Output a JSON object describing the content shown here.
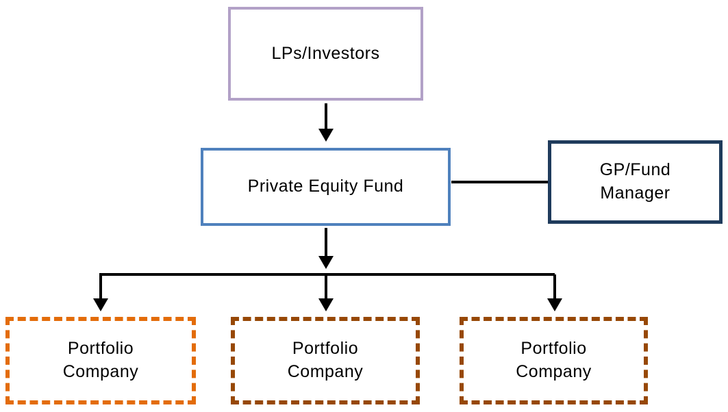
{
  "diagram": {
    "nodes": {
      "lps": {
        "label": "LPs/Investors",
        "border_color": "#B2A1C7",
        "border_style": "solid"
      },
      "fund": {
        "label": "Private Equity Fund",
        "border_color": "#4F81BD",
        "border_style": "solid"
      },
      "gp": {
        "label": "GP/Fund Manager",
        "border_color": "#1F3B5C",
        "border_style": "solid"
      },
      "portfolio_1": {
        "label": "Portfolio Company",
        "border_color": "#E36C0A",
        "border_style": "dashed"
      },
      "portfolio_2": {
        "label": "Portfolio Company",
        "border_color": "#974806",
        "border_style": "dashed"
      },
      "portfolio_3": {
        "label": "Portfolio Company",
        "border_color": "#974806",
        "border_style": "dashed"
      }
    },
    "edges": [
      {
        "from": "lps",
        "to": "fund",
        "type": "arrow",
        "direction": "down"
      },
      {
        "from": "fund",
        "to": "gp",
        "type": "line",
        "direction": "right"
      },
      {
        "from": "fund",
        "to": "branch-bar",
        "type": "arrow",
        "direction": "down"
      },
      {
        "from": "branch-bar",
        "to": "portfolio_1",
        "type": "arrow",
        "direction": "down"
      },
      {
        "from": "branch-bar",
        "to": "portfolio_2",
        "type": "arrow",
        "direction": "down"
      },
      {
        "from": "branch-bar",
        "to": "portfolio_3",
        "type": "arrow",
        "direction": "down"
      }
    ],
    "colors": {
      "connector": "#000000",
      "node_fill": "#FFFFFF",
      "text": "#000000"
    }
  }
}
